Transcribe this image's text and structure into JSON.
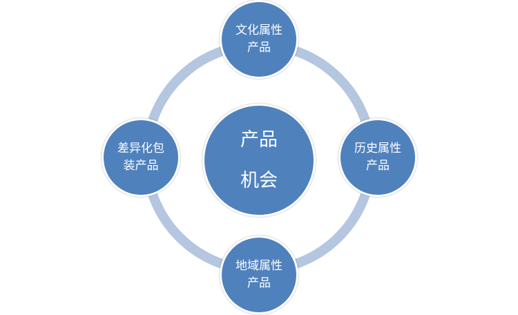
{
  "colors": {
    "node_fill": "#4f81bd",
    "ring_stroke": "#b4c6e0",
    "node_border": "#ffffff",
    "text": "#ffffff"
  },
  "diagram": {
    "center": {
      "line1": "产品",
      "line2": "机会"
    },
    "nodes": {
      "top": {
        "line1": "文化属性",
        "line2": "产品"
      },
      "right": {
        "line1": "历史属性",
        "line2": "产品"
      },
      "bottom": {
        "line1": "地域属性",
        "line2": "产品"
      },
      "left": {
        "line1": "差异化包",
        "line2": "装产品"
      }
    }
  }
}
